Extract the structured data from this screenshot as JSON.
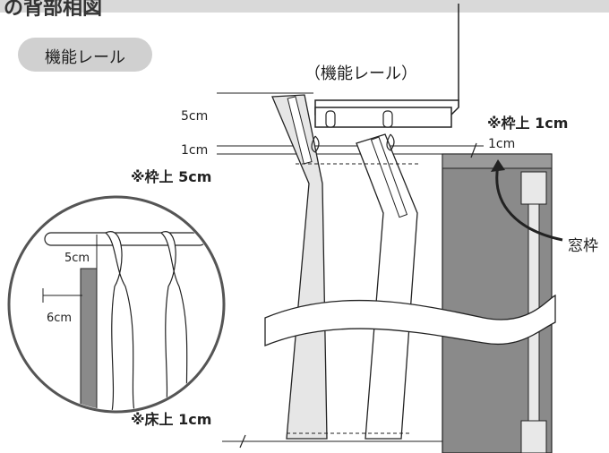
{
  "header": {
    "title": "の背部相図"
  },
  "badge": {
    "label": "機能レール"
  },
  "labels": {
    "rail_caption": "（機能レール）",
    "dim_5cm": "5cm",
    "dim_1cm_left": "1cm",
    "note_above_5cm": "※枠上 5cm",
    "note_above_1cm": "※枠上 1cm",
    "dim_1cm_right": "1cm",
    "window_frame": "窓枠",
    "note_floor_1cm": "※床上 1cm",
    "inset_5cm": "5cm",
    "inset_6cm": "6cm"
  },
  "colors": {
    "frame_gray": "#8a8a8a",
    "light_gray": "#e4e4e4",
    "badge_gray": "#d0d0d0",
    "line": "#222222"
  }
}
